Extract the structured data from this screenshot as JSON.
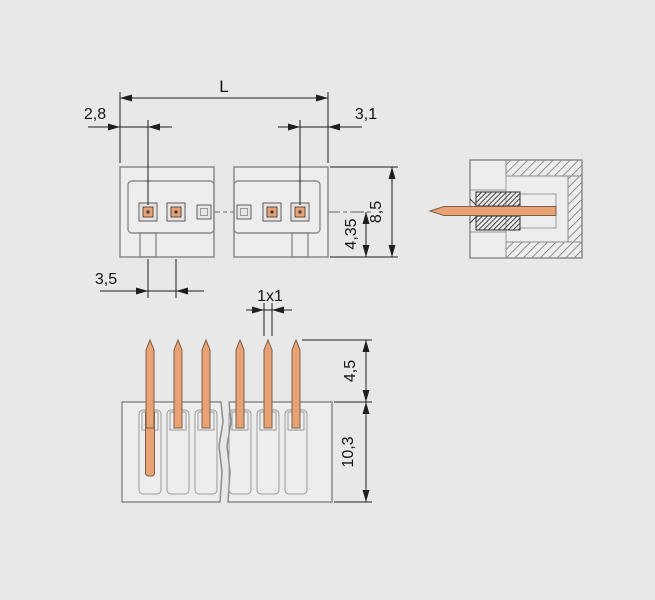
{
  "drawing": {
    "labels": {
      "total_length": "L",
      "edge_to_first_pin": "2,8",
      "last_pin_to_edge": "3,1",
      "housing_height": "8,5",
      "pin_axis_to_bottom": "4,35",
      "pin_pitch": "3,5",
      "pin_cross_section": "1x1",
      "pin_protrusion": "4,5",
      "housing_depth": "10,3"
    },
    "colors": {
      "background": "#e8e8e8",
      "pin_copper": "#e8a273",
      "outline_gray": "#8c8c8c",
      "line_dark": "#1f1f1f"
    }
  }
}
